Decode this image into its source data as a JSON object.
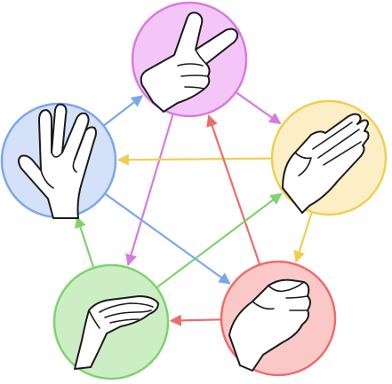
{
  "diagram": {
    "kind": "rock-paper-scissors-lizard-spock",
    "nodes": [
      {
        "id": "scissors",
        "gesture": "scissors-hand-icon",
        "fill": "#f4c6f7",
        "stroke": "#d77ae1"
      },
      {
        "id": "paper",
        "gesture": "paper-hand-icon",
        "fill": "#fcefc6",
        "stroke": "#f0cf4f"
      },
      {
        "id": "rock",
        "gesture": "rock-fist-icon",
        "fill": "#fbc8c8",
        "stroke": "#ef6b6b"
      },
      {
        "id": "lizard",
        "gesture": "lizard-hand-icon",
        "fill": "#cdeec5",
        "stroke": "#7ed36c"
      },
      {
        "id": "spock",
        "gesture": "spock-hand-icon",
        "fill": "#d5e1f8",
        "stroke": "#7aa7ec"
      }
    ],
    "edges": [
      {
        "from": "scissors",
        "to": "paper",
        "color": "#d77ae1"
      },
      {
        "from": "scissors",
        "to": "lizard",
        "color": "#d77ae1"
      },
      {
        "from": "paper",
        "to": "rock",
        "color": "#f0cf4f"
      },
      {
        "from": "paper",
        "to": "spock",
        "color": "#f0cf4f"
      },
      {
        "from": "rock",
        "to": "lizard",
        "color": "#ef6b6b"
      },
      {
        "from": "rock",
        "to": "scissors",
        "color": "#ef6b6b"
      },
      {
        "from": "lizard",
        "to": "spock",
        "color": "#7ed36c"
      },
      {
        "from": "lizard",
        "to": "paper",
        "color": "#7ed36c"
      },
      {
        "from": "spock",
        "to": "scissors",
        "color": "#7aa7ec"
      },
      {
        "from": "spock",
        "to": "rock",
        "color": "#7aa7ec"
      }
    ]
  }
}
